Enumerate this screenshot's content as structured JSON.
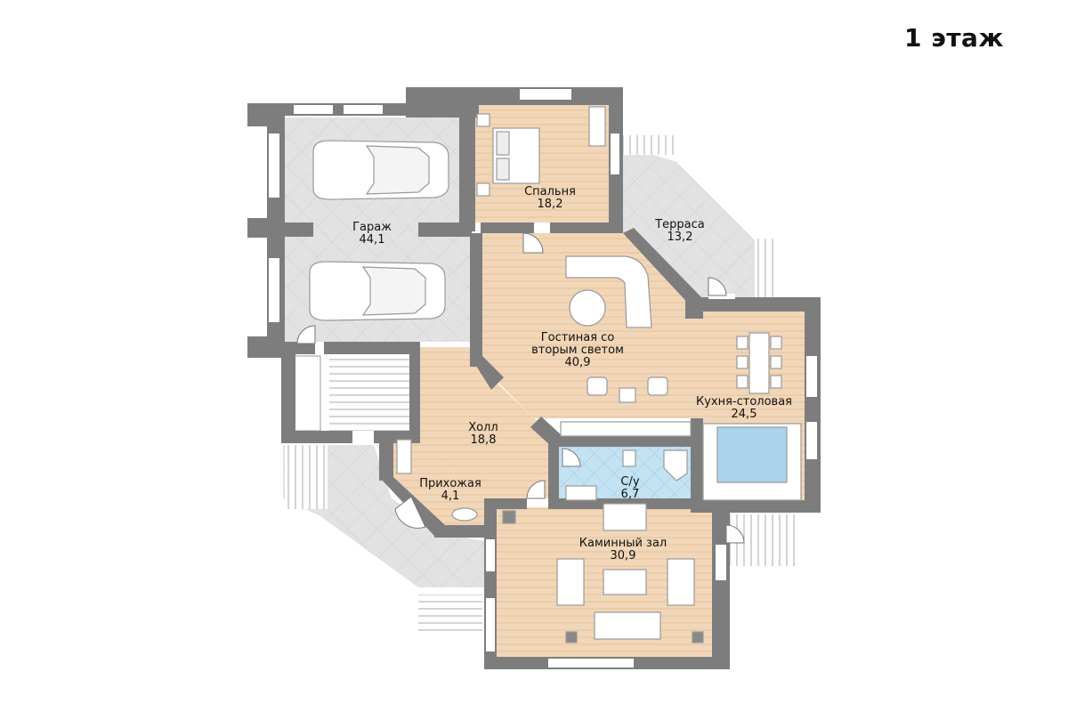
{
  "title": "1 этаж",
  "colors": {
    "wall": "#7d7d7d",
    "floor_wood": "#f1d6b8",
    "floor_tile": "#dedede",
    "floor_bath": "#bfe0f0",
    "pool_water": "#a9d4ec",
    "window": "#ffffff",
    "furniture": "#ffffff"
  },
  "rooms": [
    {
      "id": "garage",
      "name": "Гараж",
      "area": "44,1"
    },
    {
      "id": "bedroom",
      "name": "Спальня",
      "area": "18,2"
    },
    {
      "id": "terrace",
      "name": "Терраса",
      "area": "13,2"
    },
    {
      "id": "living",
      "name": "Гостиная со вторым светом",
      "name_lines": [
        "Гостиная со",
        "вторым светом"
      ],
      "area": "40,9"
    },
    {
      "id": "kitchen",
      "name": "Кухня-столовая",
      "area": "24,5"
    },
    {
      "id": "hall",
      "name": "Холл",
      "area": "18,8"
    },
    {
      "id": "entry",
      "name": "Прихожая",
      "area": "4,1"
    },
    {
      "id": "wc",
      "name": "С/у",
      "area": "6,7"
    },
    {
      "id": "fireplace",
      "name": "Каминный зал",
      "area": "30,9"
    }
  ]
}
